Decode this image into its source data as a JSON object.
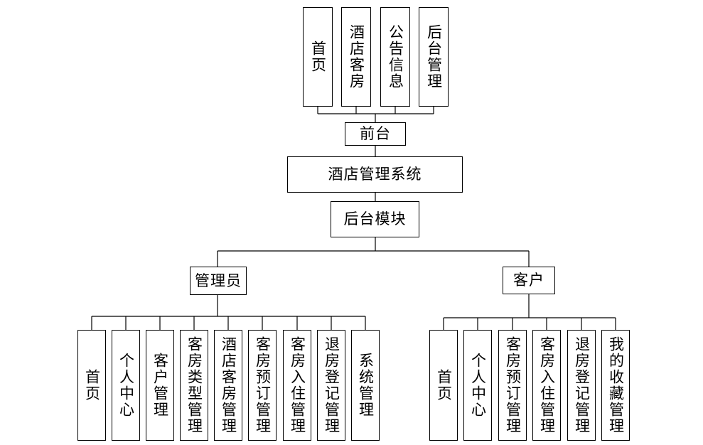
{
  "diagram": {
    "top_nodes": [
      "首页",
      "酒店客房",
      "公告信息",
      "后台管理"
    ],
    "front": "前台",
    "system": "酒店管理系统",
    "backend": "后台模块",
    "admin": {
      "label": "管理员",
      "children": [
        "首页",
        "个人中心",
        "客户管理",
        "客房类型管理",
        "酒店客房管理",
        "客房预订管理",
        "客房入住管理",
        "退房登记管理",
        "系统管理"
      ]
    },
    "customer": {
      "label": "客户",
      "children": [
        "首页",
        "个人中心",
        "客房预订管理",
        "客房入住管理",
        "退房登记管理",
        "我的收藏管理"
      ]
    }
  }
}
